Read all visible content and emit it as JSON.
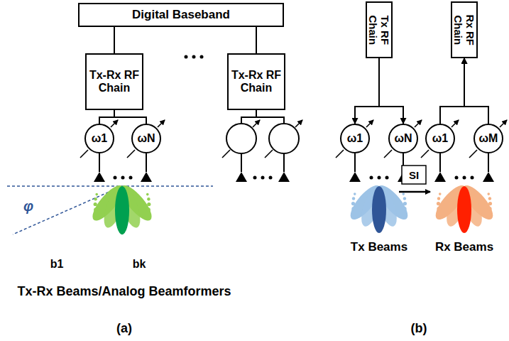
{
  "diagram": {
    "nodes": [
      {
        "text": [
          "Digital Baseband"
        ]
      },
      {
        "text": [
          "Tx-Rx RF Chain"
        ]
      },
      {
        "text": [
          "Tx-Rx RF Chain"
        ]
      },
      {
        "text": [
          "ω1"
        ]
      },
      {
        "text": [
          "ωN"
        ]
      },
      {
        "text": [
          "Tx RF Chain"
        ]
      },
      {
        "text": [
          "Rx RF Chain"
        ]
      },
      {
        "text": [
          "ω1"
        ]
      },
      {
        "text": [
          "ωN"
        ]
      },
      {
        "text": [
          "ω1"
        ]
      },
      {
        "text": [
          "ωM"
        ]
      }
    ],
    "edges": [
      {
        "from": 0,
        "to": 1,
        "arrow": "none"
      },
      {
        "from": 0,
        "to": 2,
        "arrow": "none"
      },
      {
        "from": 1,
        "to": 3,
        "arrow": "none"
      },
      {
        "from": 1,
        "to": 4,
        "arrow": "none"
      },
      {
        "from": 5,
        "to": 7,
        "arrow": "to"
      },
      {
        "from": 5,
        "to": 8,
        "arrow": "to"
      },
      {
        "from": 9,
        "to": 6,
        "arrow": "to"
      },
      {
        "from": 10,
        "to": 6,
        "arrow": "to"
      }
    ],
    "labels": [
      "SI",
      "Tx Beams",
      "Rx Beams",
      "φ",
      "b1",
      "bk",
      "Tx-Rx Beams/Analog Beamformers",
      "(a)",
      "(b)"
    ]
  }
}
